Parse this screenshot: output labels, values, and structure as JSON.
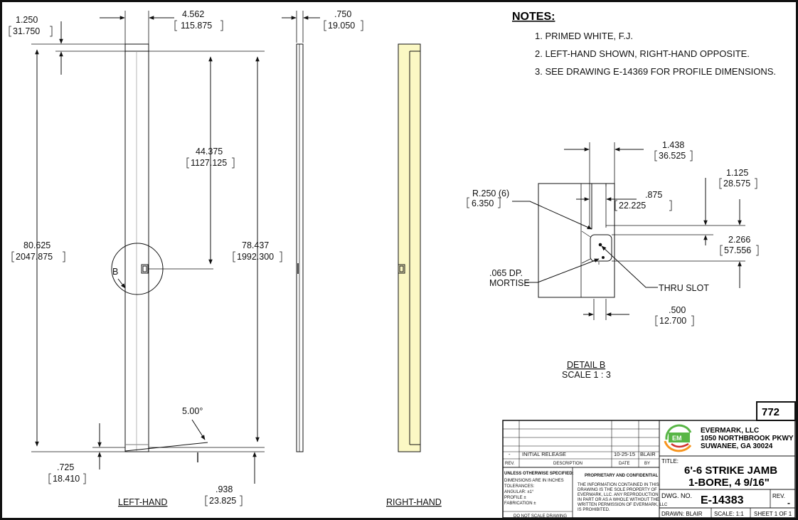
{
  "notes": {
    "title": "NOTES:",
    "items": [
      "1.  PRIMED WHITE, F.J.",
      "2.  LEFT-HAND SHOWN, RIGHT-HAND OPPOSITE.",
      "3.  SEE DRAWING E-14369 FOR PROFILE DIMENSIONS."
    ]
  },
  "dims": {
    "d1250": "1.250",
    "d31750": "31.750",
    "d4562": "4.562",
    "d115875": "115.875",
    "d750": ".750",
    "d19050": "19.050",
    "d44375": "44.375",
    "d1127125": "1127.125",
    "d80625": "80.625",
    "d2047875": "2047.875",
    "d78437": "78.437",
    "d1992300": "1992.300",
    "angle": "5.00°",
    "d725": ".725",
    "d18410": "18.410",
    "d938": ".938",
    "d23825": "23.825",
    "detail_letter": "B"
  },
  "detail": {
    "d1438": "1.438",
    "d36525": "36.525",
    "d1125": "1.125",
    "d28575": "28.575",
    "radius": "R.250  (6)",
    "d6350": "6.350",
    "d875": ".875",
    "d22225": "22.225",
    "d2266": "2.266",
    "d57556": "57.556",
    "dp1": ".065 DP.",
    "dp2": "MORTISE",
    "thru": "THRU SLOT",
    "d500": ".500",
    "d12700": "12.700",
    "caption": "DETAIL B",
    "scale": "SCALE 1 : 3"
  },
  "views": {
    "left": "LEFT-HAND",
    "right": "RIGHT-HAND"
  },
  "title_block": {
    "page_no": "772",
    "rev_dash": "-",
    "rev_desc": "INITIAL RELEASE",
    "rev_date": "10-25-15",
    "rev_by": "BLAIR",
    "h_rev": "REV.",
    "h_desc": "DESCRIPTION",
    "h_date": "DATE",
    "h_by": "BY",
    "tol_title": "UNLESS OTHERWISE SPECIFIED:",
    "tol_1": "DIMENSIONS ARE IN INCHES",
    "tol_2": "TOLERANCES:",
    "tol_3": "ANGULAR: ±1°",
    "tol_4": "PROFILE ±",
    "tol_5": "FABRICATION ±",
    "no_scale": "DO NOT SCALE DRAWING",
    "prop_title": "PROPRIETARY AND CONFIDENTIAL",
    "prop_1": "THE INFORMATION CONTAINED IN THIS",
    "prop_2": "DRAWING IS THE SOLE PROPERTY OF",
    "prop_3": "EVERMARK, LLC.  ANY REPRODUCTION",
    "prop_4": "IN PART OR AS A WHOLE WITHOUT THE",
    "prop_5": "WRITTEN PERMISSION OF EVERMARK, LLC",
    "prop_6": "IS PROHIBITED.",
    "logo_text": "EM",
    "company_1": "EVERMARK, LLC",
    "company_2": "1050 NORTHBROOK PKWY",
    "company_3": "SUWANEE, GA  30024",
    "title_label": "TITLE:",
    "title_1": "6'-6 STRIKE JAMB",
    "title_2": "1-BORE, 4 9/16\"",
    "dwg_label": "DWG.  NO.",
    "dwg_no": "E-14383",
    "rev_label": "REV.",
    "rev_value": "-",
    "drawn": "DRAWN:  BLAIR",
    "scale": "SCALE: 1:1",
    "sheet": "SHEET 1 OF 1"
  },
  "colors": {
    "jamb_fill": "#fbf8c4",
    "logo_green": "#58b646",
    "logo_orange": "#f7941d",
    "logo_red": "#d0312d"
  }
}
